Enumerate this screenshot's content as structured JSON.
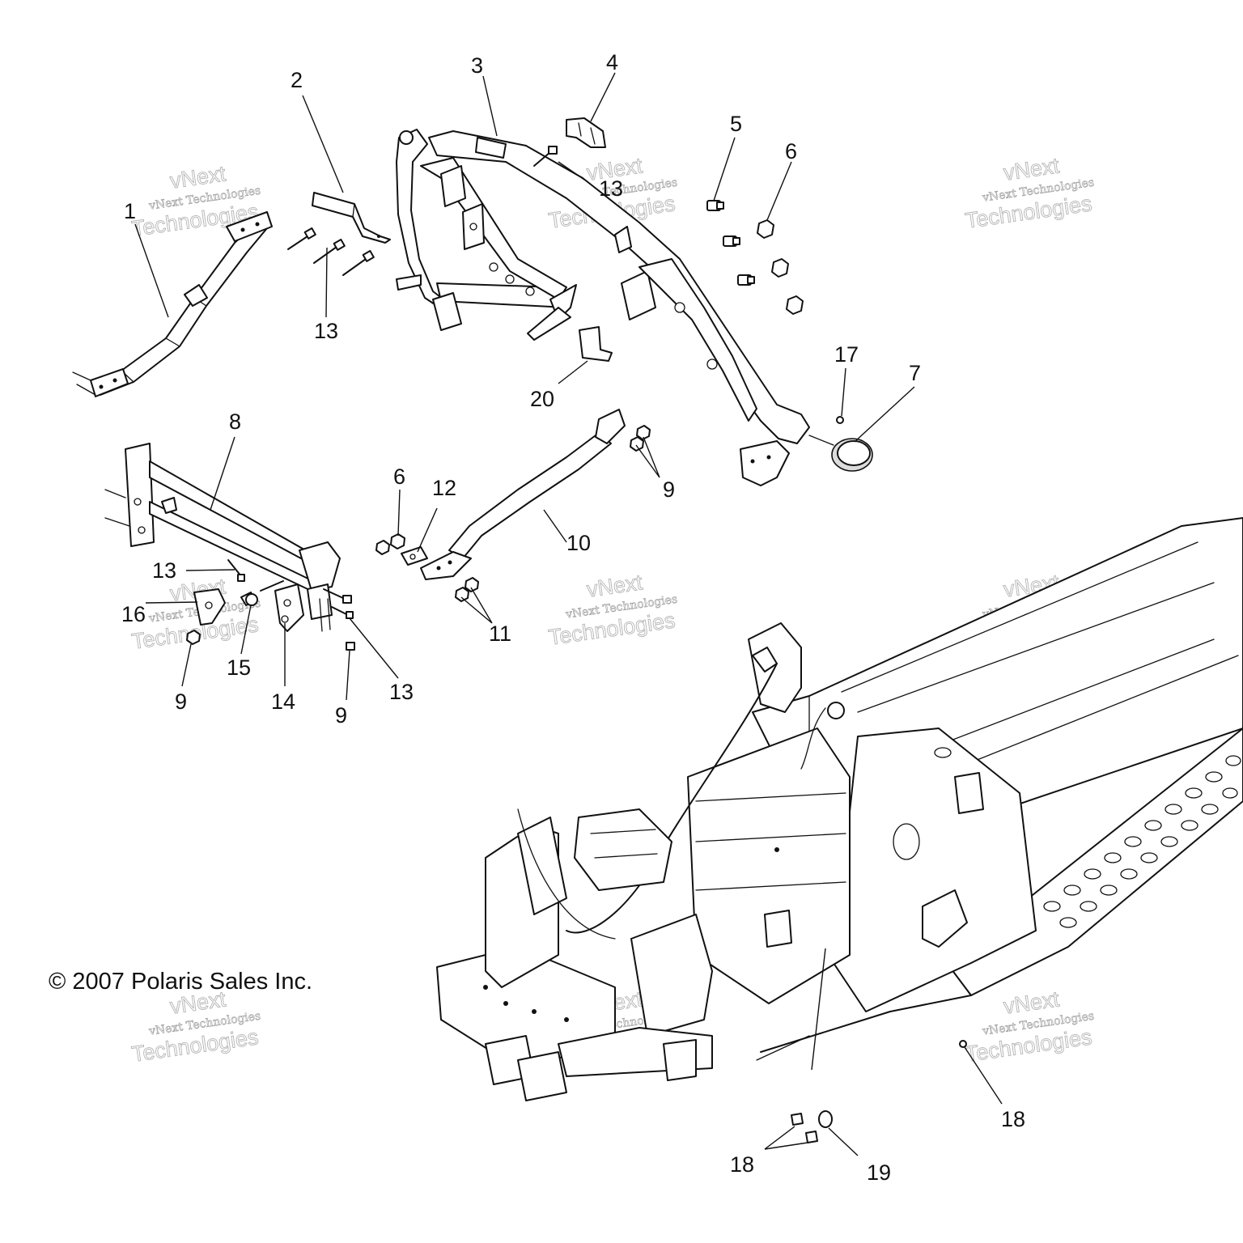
{
  "copyright": "© 2007 Polaris Sales Inc.",
  "watermark": {
    "line1": "vNext",
    "line2": "vNext Technologies",
    "line3": "Technologies"
  },
  "callouts": [
    {
      "id": "c1",
      "text": "1"
    },
    {
      "id": "c2",
      "text": "2"
    },
    {
      "id": "c3",
      "text": "3"
    },
    {
      "id": "c4",
      "text": "4"
    },
    {
      "id": "c5",
      "text": "5"
    },
    {
      "id": "c6a",
      "text": "6"
    },
    {
      "id": "c6b",
      "text": "6"
    },
    {
      "id": "c7",
      "text": "7"
    },
    {
      "id": "c8",
      "text": "8"
    },
    {
      "id": "c9a",
      "text": "9"
    },
    {
      "id": "c9b",
      "text": "9"
    },
    {
      "id": "c9c",
      "text": "9"
    },
    {
      "id": "c10",
      "text": "10"
    },
    {
      "id": "c11",
      "text": "11"
    },
    {
      "id": "c12",
      "text": "12"
    },
    {
      "id": "c13a",
      "text": "13"
    },
    {
      "id": "c13b",
      "text": "13"
    },
    {
      "id": "c13c",
      "text": "13"
    },
    {
      "id": "c13d",
      "text": "13"
    },
    {
      "id": "c14",
      "text": "14"
    },
    {
      "id": "c15",
      "text": "15"
    },
    {
      "id": "c16",
      "text": "16"
    },
    {
      "id": "c17",
      "text": "17"
    },
    {
      "id": "c18a",
      "text": "18"
    },
    {
      "id": "c18b",
      "text": "18"
    },
    {
      "id": "c19",
      "text": "19"
    },
    {
      "id": "c20",
      "text": "20"
    }
  ]
}
